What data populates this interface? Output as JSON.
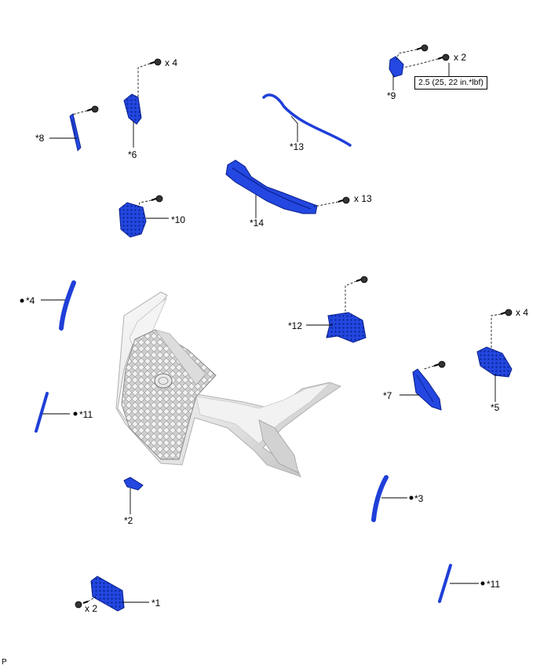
{
  "parts": {
    "p1": "*1",
    "p2": "*2",
    "p3": "*3",
    "p4": "*4",
    "p5": "*5",
    "p6": "*6",
    "p7": "*7",
    "p8": "*8",
    "p9": "*9",
    "p10": "*10",
    "p11a": "*11",
    "p11b": "*11",
    "p12": "*12",
    "p13": "*13",
    "p14": "*14"
  },
  "bullet": "●",
  "quantities": {
    "q6": "x 4",
    "q9": "x 2",
    "q14": "x 13",
    "q5": "x 4",
    "q1": "x 2"
  },
  "torque_spec": "2.5 (25, 22 in.*lbf)",
  "footer_code": "P",
  "colors": {
    "part_blue": "#1f3fd8",
    "part_blue_dark": "#0b1f8a",
    "bumper_light": "#eeeeee",
    "bumper_shade": "#c9c9c9"
  }
}
